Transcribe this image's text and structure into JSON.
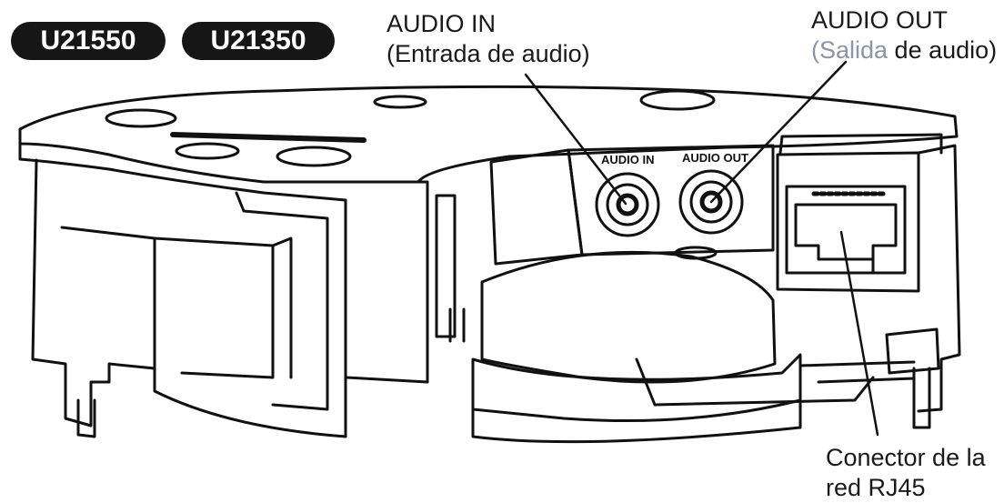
{
  "models": [
    {
      "label": "U21550"
    },
    {
      "label": "U21350"
    }
  ],
  "callouts": {
    "audio_in": {
      "line1": "AUDIO IN",
      "line2": "(Entrada de audio)"
    },
    "audio_out": {
      "line1": "AUDIO OUT",
      "line2_highlight": "(Salida",
      "line2_rest": " de audio)"
    },
    "rj45": {
      "line1": "Conector de la",
      "line2": "red RJ45"
    }
  },
  "port_labels": {
    "audio_in": "AUDIO IN",
    "audio_out": "AUDIO OUT"
  },
  "colors": {
    "badge_bg": "#161616",
    "badge_text": "#ffffff",
    "highlight_text": "#8a96a6",
    "line": "#111111"
  }
}
